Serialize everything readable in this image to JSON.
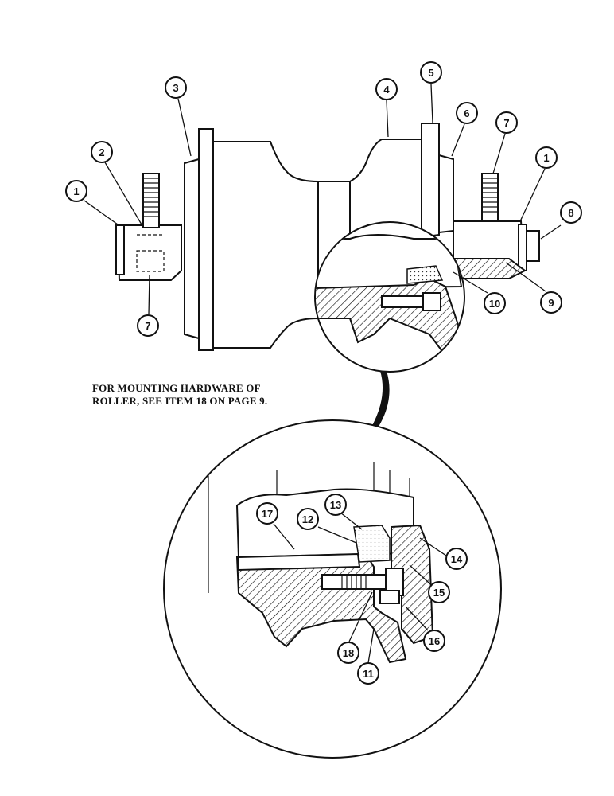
{
  "note": {
    "line1": "FOR MOUNTING HARDWARE OF",
    "line2": "ROLLER, SEE ITEM 18 ON PAGE 9."
  },
  "callouts": {
    "c1a": "1",
    "c2": "2",
    "c3": "3",
    "c4": "4",
    "c5": "5",
    "c6": "6",
    "c7a": "7",
    "c1b": "1",
    "c8": "8",
    "c7b": "7",
    "c10": "10",
    "c9": "9",
    "c17": "17",
    "c12": "12",
    "c13": "13",
    "c14": "14",
    "c15": "15",
    "c18": "18",
    "c16": "16",
    "c11": "11"
  }
}
